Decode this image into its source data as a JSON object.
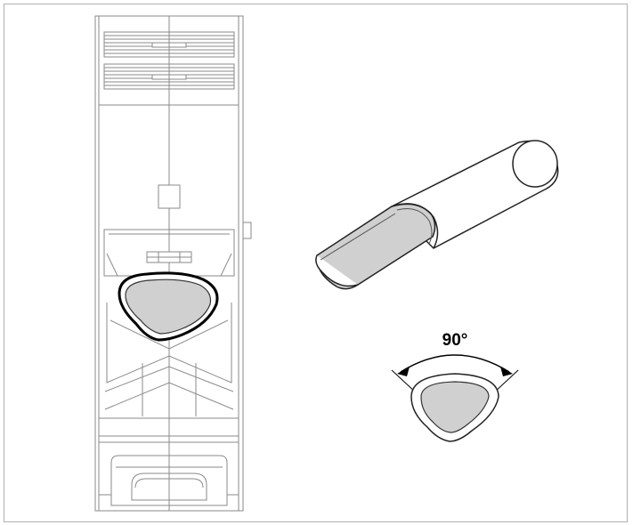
{
  "figure": {
    "angle_label": "90°"
  },
  "colors": {
    "frame_border": "#b0b0b0",
    "line": "#8a8a8a",
    "outline_bold": "#000000",
    "profile_fill": "#d0d0d0"
  },
  "icons": [
    "wall-mounted-unit",
    "elbow-nozzle-tool",
    "nozzle-profile-90-degree"
  ]
}
